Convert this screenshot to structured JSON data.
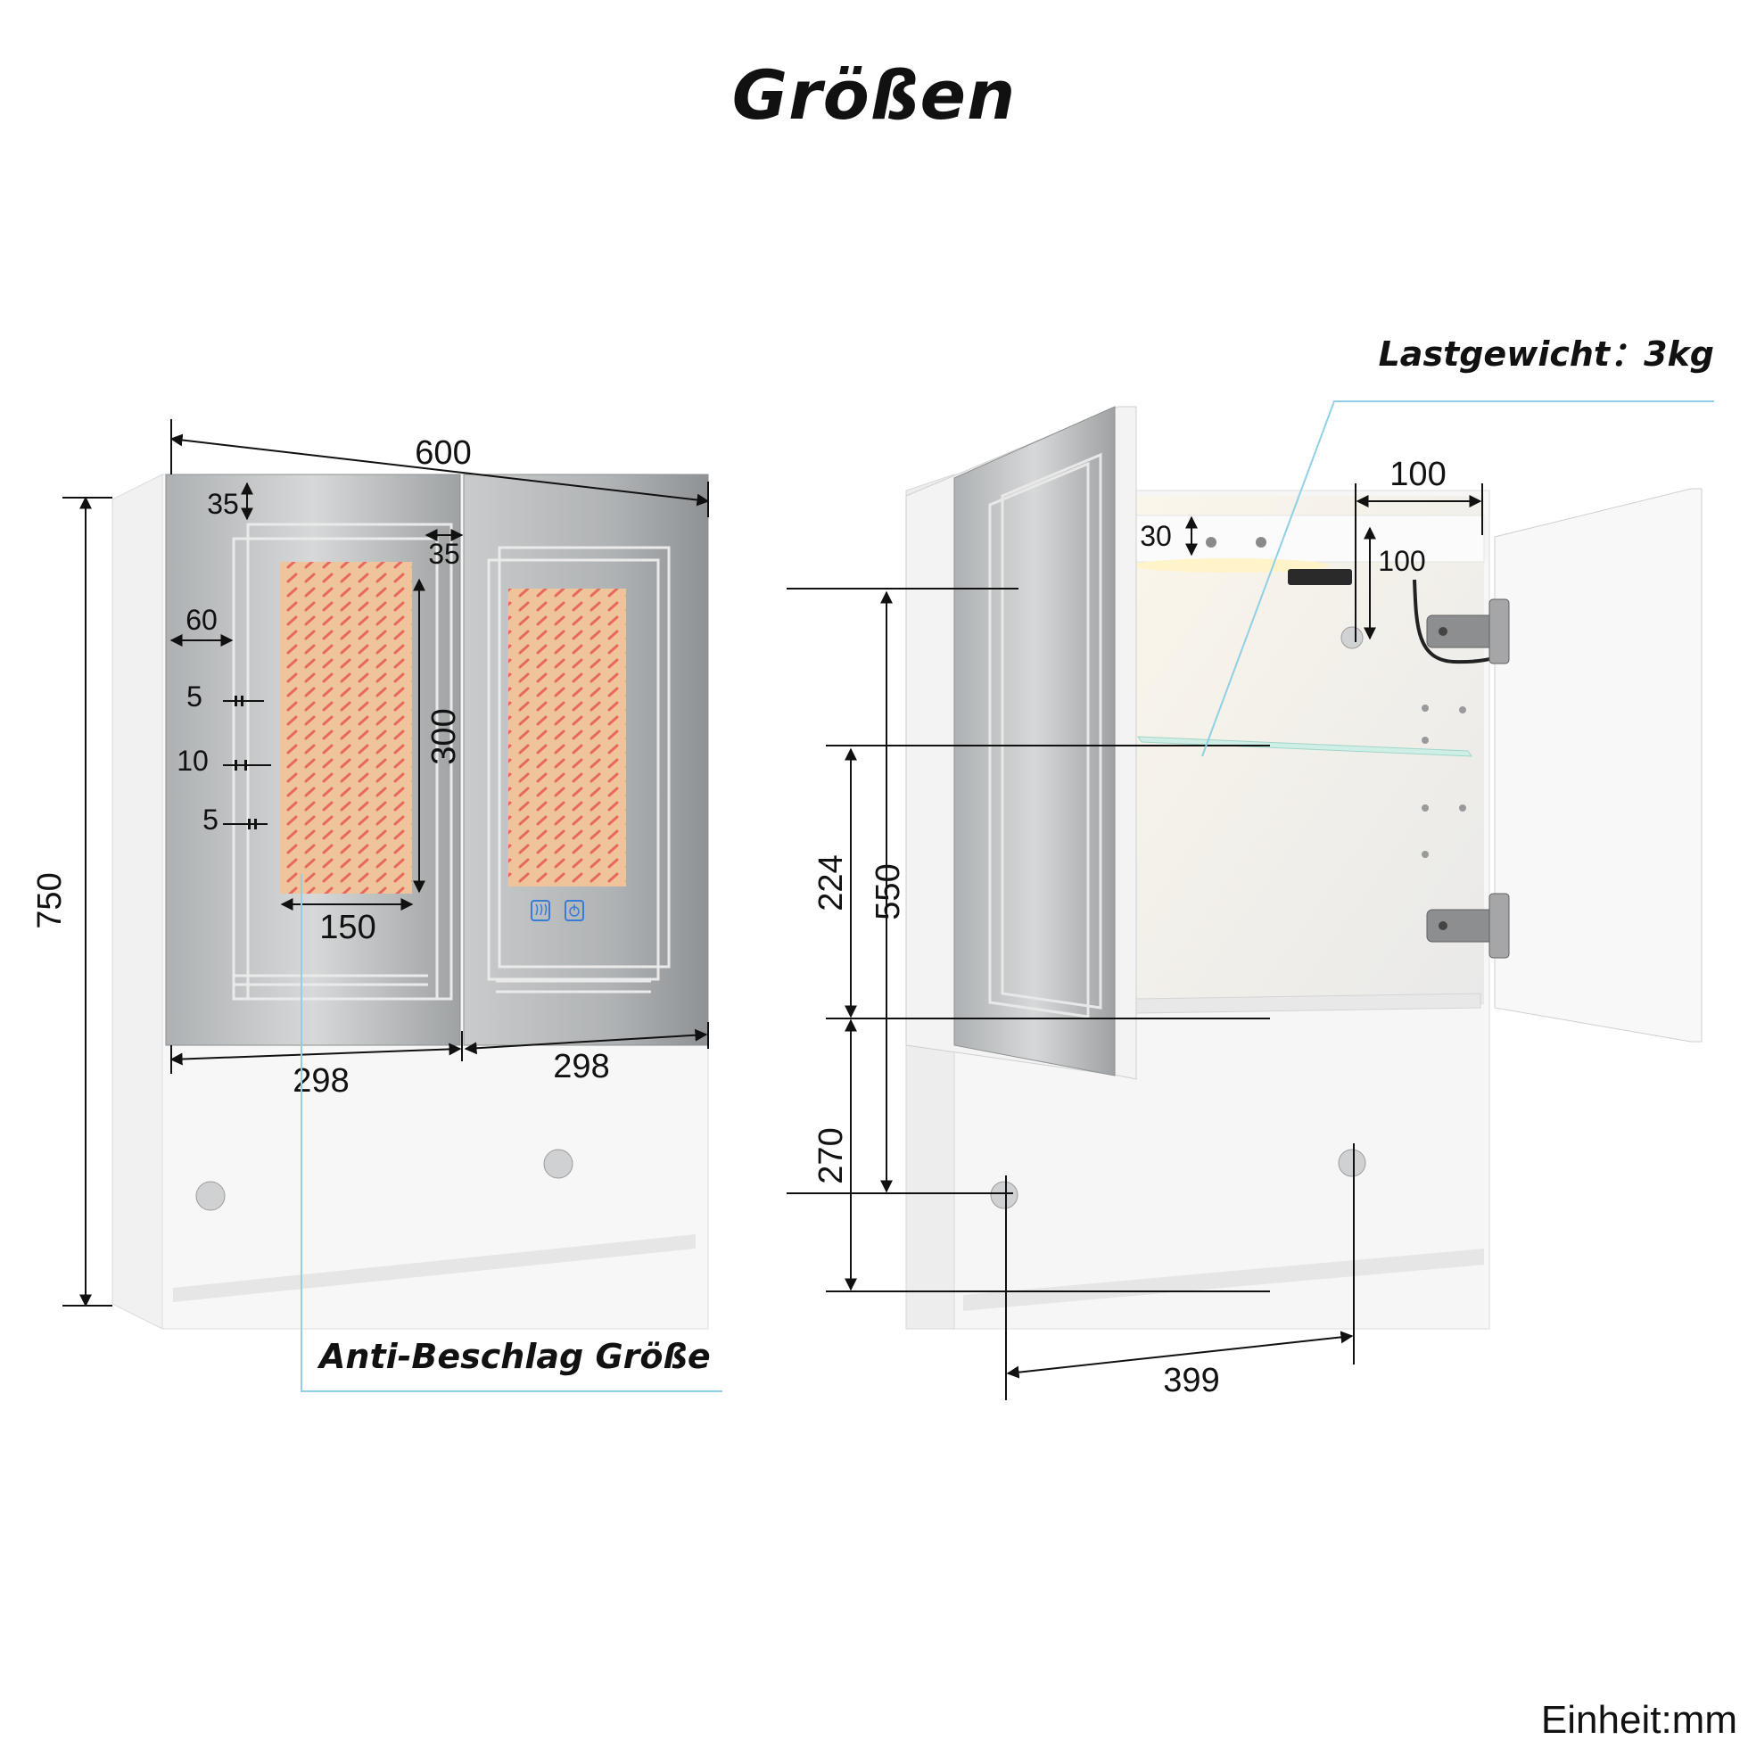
{
  "title": "Größen",
  "unit": "Einheit:mm",
  "callouts": {
    "load": "Lastgewicht：3kg",
    "antifog": "Anti-Beschlag Größe"
  },
  "front_dimensions": {
    "width": "600",
    "height": "750",
    "top_margin": "35",
    "side_margin": "35",
    "left_offset": "60",
    "gap_a": "5",
    "gap_b": "10",
    "gap_c": "5",
    "pad_height": "300",
    "pad_width": "150",
    "door_left": "298",
    "door_right": "298"
  },
  "side_dimensions": {
    "compartment_width": "100",
    "light_strip": "30",
    "socket_offset": "100",
    "upper_section": "550",
    "shelf_spacing": "224",
    "open_shelf": "270",
    "hook_spacing": "399"
  },
  "colors": {
    "mirror": "#b9bcbe",
    "cabinet": "#f4f4f4",
    "antifog_pad": "#efc49a",
    "antifog_pattern": "#e8675f",
    "callout_line": "#8fd0e8",
    "touch_icons": "#3a7bd5"
  },
  "icons": [
    "defog-touch-icon",
    "power-touch-icon"
  ]
}
